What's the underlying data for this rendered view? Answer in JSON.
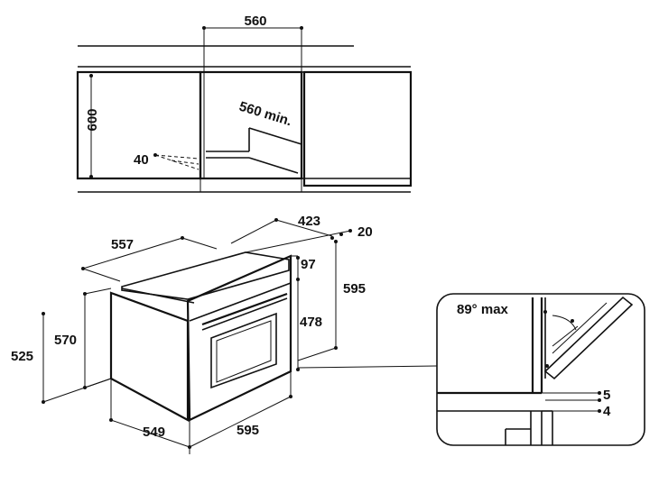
{
  "cabinet_dims": {
    "width": "560",
    "height": "600",
    "depth_min": "560 min.",
    "vent": "40"
  },
  "oven_dims": {
    "depth_top": "557",
    "d423": "423",
    "d20": "20",
    "d97": "97",
    "d595_right": "595",
    "d478": "478",
    "d570": "570",
    "d525": "525",
    "d549": "549",
    "d595_bottom": "595"
  },
  "detail": {
    "angle": "89° max",
    "d5": "5",
    "d4": "4"
  }
}
